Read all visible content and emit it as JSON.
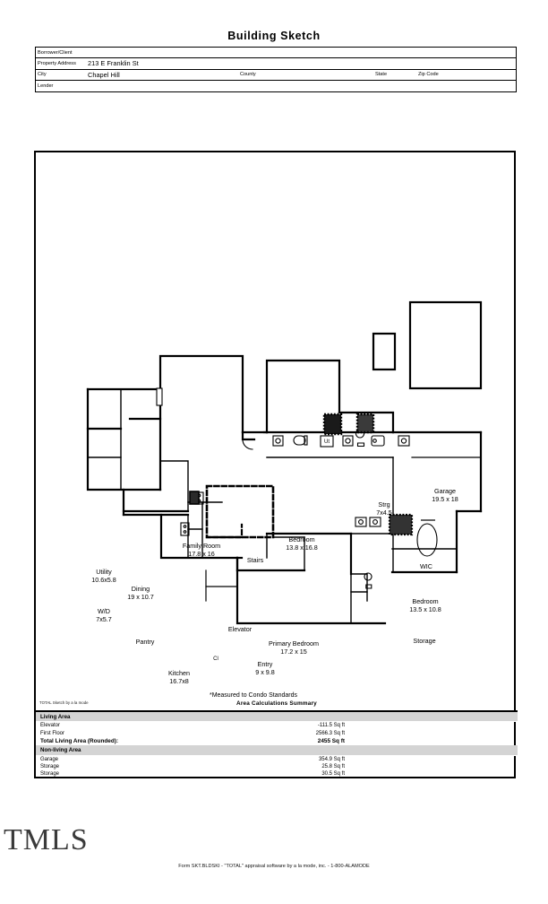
{
  "document": {
    "title": "Building Sketch",
    "form_footer": "Form SKT.BLDSKI - \"TOTAL\" appraisal software by a la mode, inc. - 1-800-ALAMODE",
    "watermark": "TMLS"
  },
  "header": {
    "rows": [
      {
        "label": "Borrower/Client",
        "value": ""
      },
      {
        "label": "Property Address",
        "value": "213 E Franklin St"
      },
      {
        "label": "City",
        "value": "Chapel Hill",
        "county_label": "County",
        "county_value": "",
        "state_label": "State",
        "state_value": "",
        "zip_label": "Zip Code",
        "zip_value": ""
      },
      {
        "label": "Lender",
        "value": ""
      }
    ],
    "borrower_label": "Borrower/Client",
    "address_label": "Property Address",
    "address_value": "213 E Franklin St",
    "city_label": "City",
    "city_value": "Chapel Hill",
    "county_label": "County",
    "state_label": "State",
    "zip_label": "Zip Code",
    "lender_label": "Lender"
  },
  "sketch": {
    "note": "*Measured to Condo Standards",
    "rooms": [
      {
        "name": "Family Room",
        "dimensions": "17.8 x 16"
      },
      {
        "name": "Stairs",
        "dimensions": ""
      },
      {
        "name": "Utility",
        "dimensions": "10.6x5.8"
      },
      {
        "name": "Dining",
        "dimensions": "19 x 10.7"
      },
      {
        "name": "W/D",
        "dimensions": "7x5.7"
      },
      {
        "name": "Pantry",
        "dimensions": ""
      },
      {
        "name": "Kitchen",
        "dimensions": "16.7x8"
      },
      {
        "name": "Elevator",
        "dimensions": ""
      },
      {
        "name": "Cl",
        "dimensions": ""
      },
      {
        "name": "Entry",
        "dimensions": "9 x 9.8"
      },
      {
        "name": "Primary Bedroom",
        "dimensions": "17.2 x 15"
      },
      {
        "name": "Bedroom",
        "dimensions": "13.8 x 16.8"
      },
      {
        "name": "Ut",
        "dimensions": ""
      },
      {
        "name": "Strg",
        "dimensions": "7x4.5"
      },
      {
        "name": "Garage",
        "dimensions": "19.5 x 18"
      },
      {
        "name": "WIC",
        "dimensions": ""
      },
      {
        "name": "Bedroom",
        "dimensions": "13.5 x 10.8"
      },
      {
        "name": "Storage",
        "dimensions": ""
      }
    ],
    "labels": {
      "family_room": "Family Room",
      "family_room_dim": "17.8 x 16",
      "stairs": "Stairs",
      "utility": "Utility",
      "utility_dim": "10.6x5.8",
      "dining": "Dining",
      "dining_dim": "19 x 10.7",
      "wd": "W/D",
      "wd_dim": "7x5.7",
      "pantry": "Pantry",
      "kitchen": "Kitchen",
      "kitchen_dim": "16.7x8",
      "elevator": "Elevator",
      "closet": "Cl",
      "entry": "Entry",
      "entry_dim": "9 x 9.8",
      "primary_bedroom": "Primary Bedroom",
      "primary_bedroom_dim": "17.2 x 15",
      "bedroom1": "Bedroom",
      "bedroom1_dim": "13.8 x 16.8",
      "ut": "Ut",
      "strg": "Strg",
      "strg_dim": "7x4.5",
      "garage": "Garage",
      "garage_dim": "19.5 x 18",
      "wic": "WIC",
      "bedroom2": "Bedroom",
      "bedroom2_dim": "13.5 x 10.8",
      "storage": "Storage"
    }
  },
  "summary": {
    "credit": "TOTAL Sketch by a la mode",
    "title": "Area Calculations Summary",
    "living_area_label": "Living Area",
    "non_living_area_label": "Non-living Area",
    "living_rows": [
      {
        "name": "Elevator",
        "amount": "-111.5 Sq ft"
      },
      {
        "name": "First Floor",
        "amount": "2566.3 Sq ft"
      }
    ],
    "total_row": {
      "name": "Total Living Area (Rounded):",
      "amount": "2455 Sq ft"
    },
    "non_living_rows": [
      {
        "name": "Garage",
        "amount": "354.9 Sq ft"
      },
      {
        "name": "Storage",
        "amount": "25.8 Sq ft"
      },
      {
        "name": "Storage",
        "amount": "30.5 Sq ft"
      }
    ]
  }
}
